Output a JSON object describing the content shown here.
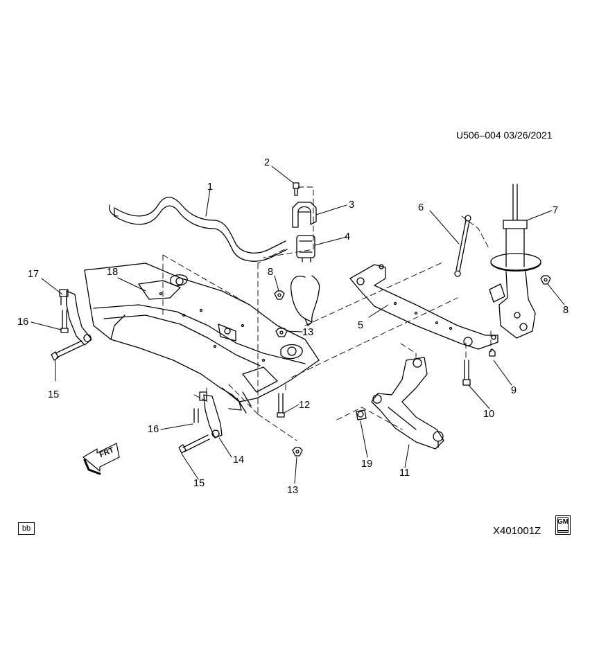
{
  "header": {
    "ref_code": "U506–004  03/26/2021"
  },
  "footer": {
    "bb_tag": "bb",
    "illustration_id": "X401001Z",
    "logo_text": "GM"
  },
  "direction_marker": {
    "text": "FRT"
  },
  "callouts": [
    "1",
    "2",
    "3",
    "4",
    "5",
    "6",
    "7",
    "8",
    "8",
    "9",
    "10",
    "11",
    "12",
    "13",
    "13",
    "14",
    "15",
    "15",
    "16",
    "16",
    "17",
    "18",
    "19"
  ]
}
